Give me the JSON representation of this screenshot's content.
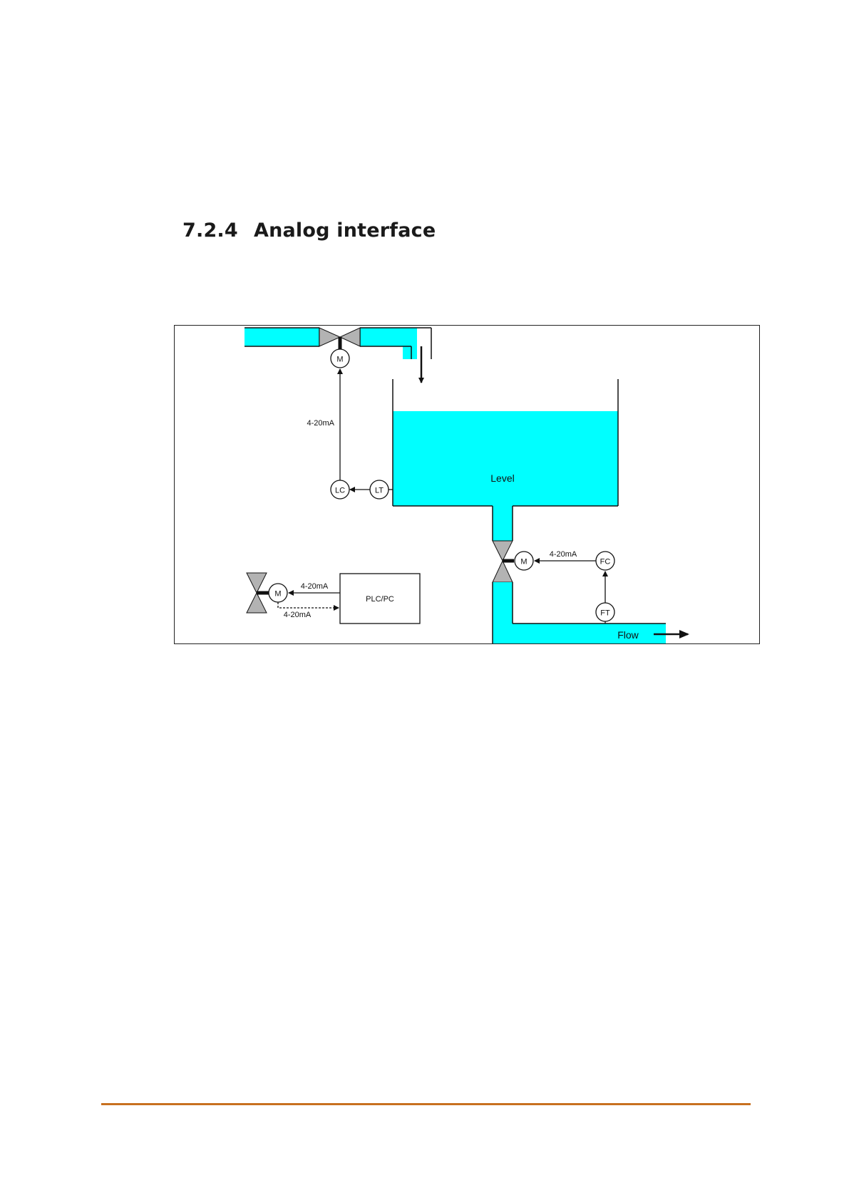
{
  "heading": {
    "number": "7.2.4",
    "title": "Analog interface"
  },
  "diagram": {
    "labels": {
      "motor": "M",
      "level_controller": "LC",
      "level_transmitter": "LT",
      "flow_controller": "FC",
      "flow_transmitter": "FT",
      "signal": "4-20mA",
      "tank_level": "Level",
      "flow": "Flow",
      "plc": "PLC/PC"
    },
    "colors": {
      "liquid": "#00ffff",
      "valve": "#b3b3b3",
      "line": "#111111"
    }
  },
  "footer": {
    "rule_color": "#c8701f"
  }
}
